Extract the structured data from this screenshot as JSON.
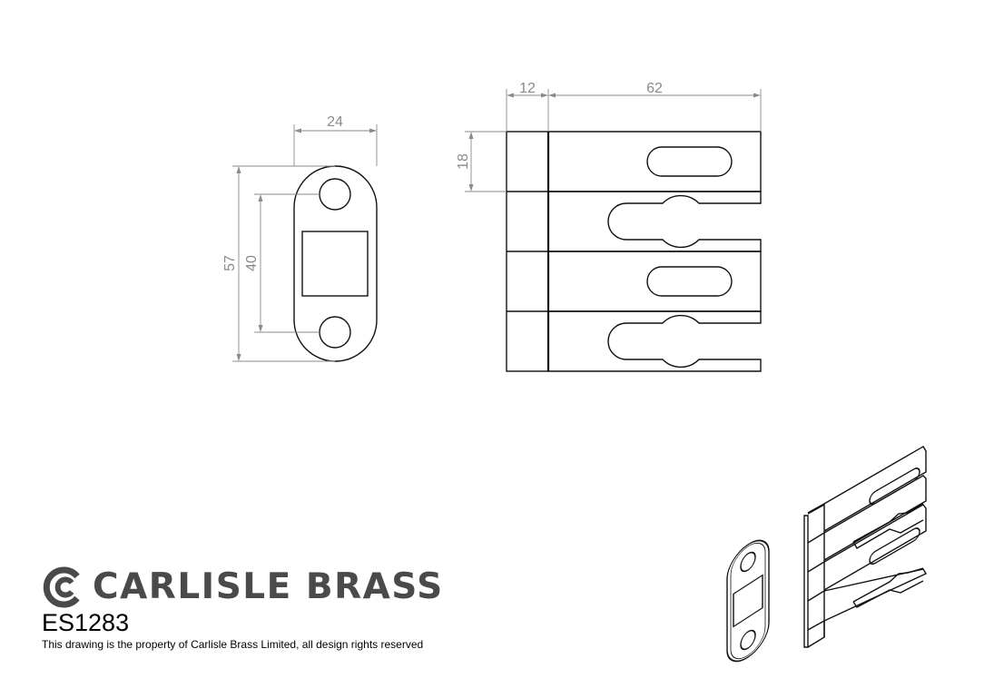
{
  "front_view": {
    "dim_width": "24",
    "dim_height": "57",
    "dim_hole_spacing": "40"
  },
  "side_view": {
    "dim_flange": "12",
    "dim_length": "62",
    "dim_thickness": "18"
  },
  "brand": {
    "name": "CARLISLE BRASS",
    "product_code": "ES1283",
    "notice": "This drawing is the property of Carlisle Brass Limited, all design rights reserved"
  }
}
